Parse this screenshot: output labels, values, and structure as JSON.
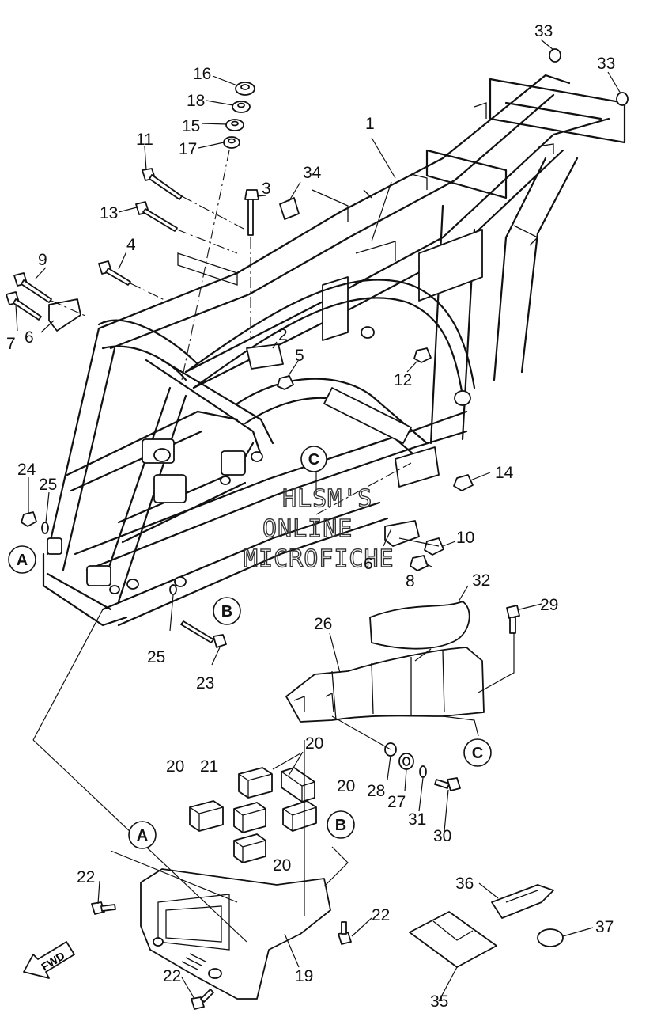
{
  "callouts": {
    "c1": "1",
    "c2": "2",
    "c3": "3",
    "c4": "4",
    "c5": "5",
    "c6a": "6",
    "c6b": "6",
    "c7": "7",
    "c8": "8",
    "c9": "9",
    "c10": "10",
    "c11": "11",
    "c12": "12",
    "c13": "13",
    "c14": "14",
    "c15": "15",
    "c16": "16",
    "c17": "17",
    "c18": "18",
    "c19": "19",
    "c20a": "20",
    "c20b": "20",
    "c20c": "20",
    "c20d": "20",
    "c21": "21",
    "c22a": "22",
    "c22b": "22",
    "c22c": "22",
    "c23": "23",
    "c24": "24",
    "c25a": "25",
    "c25b": "25",
    "c26": "26",
    "c27": "27",
    "c28": "28",
    "c29": "29",
    "c30": "30",
    "c31": "31",
    "c32": "32",
    "c33a": "33",
    "c33b": "33",
    "c34": "34",
    "c35": "35",
    "c36": "36",
    "c37": "37"
  },
  "refs": {
    "A1": "A",
    "A2": "A",
    "B1": "B",
    "B2": "B",
    "C1": "C",
    "C2": "C"
  },
  "watermark": {
    "line1": "HLSM'S",
    "line2": "ONLINE",
    "line3": "MICROFICHE"
  },
  "direction_arrow": {
    "label": "FWD"
  }
}
